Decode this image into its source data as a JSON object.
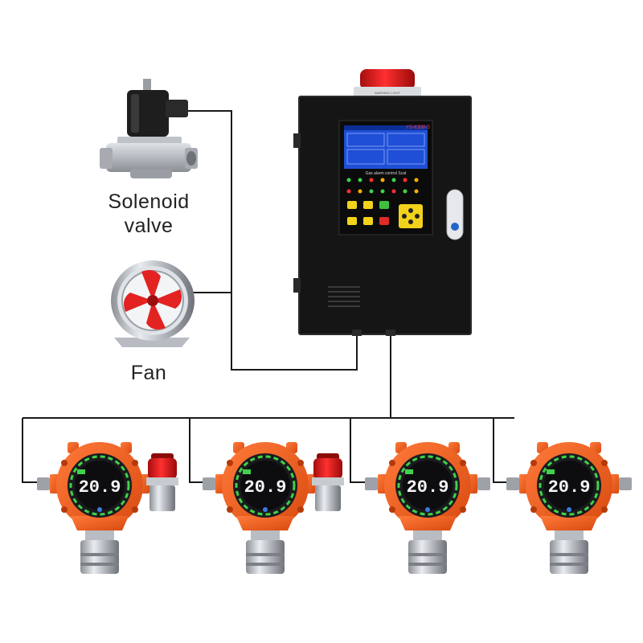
{
  "labels": {
    "solenoid_line1": "Solenoid",
    "solenoid_line2": "valve",
    "fan": "Fan"
  },
  "controller": {
    "model": "YS-K300-S",
    "banner": "Gas alarm control Scat",
    "beacon_label": "WARNING LIGHT"
  },
  "detectors": [
    {
      "reading": "20.9"
    },
    {
      "reading": "20.9"
    },
    {
      "reading": "20.9"
    },
    {
      "reading": "20.9"
    }
  ],
  "colors": {
    "wire": "#1a1a1a",
    "cabinet": "#151515",
    "detector_orange": "#f05a1e",
    "beacon_red": "#d41414",
    "screen_blue": "#1f4fd6",
    "lcd_green": "#3fd24a"
  }
}
